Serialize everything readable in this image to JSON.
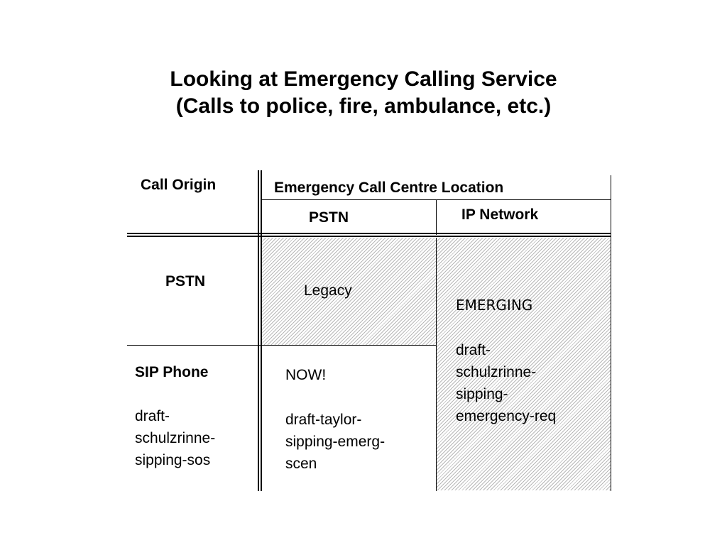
{
  "title": {
    "line1": "Looking at Emergency Calling Service",
    "line2": "(Calls to police, fire, ambulance, etc.)"
  },
  "table": {
    "row_header": "Call Origin",
    "column_group_header": "Emergency Call Centre Location",
    "columns": [
      "PSTN",
      "IP Network"
    ],
    "rows": [
      {
        "origin": "PSTN"
      },
      {
        "origin": "SIP Phone",
        "origin_note": [
          "draft-",
          "schulzrinne-",
          "sipping-sos"
        ]
      }
    ],
    "cells": {
      "pstn_pstn": "Legacy",
      "sip_pstn": {
        "heading": "NOW!",
        "note": [
          "draft-taylor-",
          "sipping-emerg-",
          "scen"
        ]
      },
      "ip_network": {
        "heading": "EMERGING",
        "note": [
          "draft-",
          "schulzrinne-",
          "sipping-",
          "emergency-req"
        ]
      }
    }
  }
}
